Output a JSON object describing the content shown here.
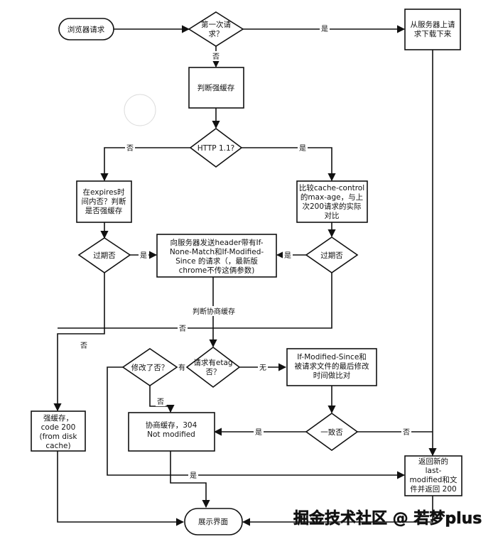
{
  "nodes": {
    "start": "浏览器请求",
    "first_request": "第一次请\n求？",
    "download": "从服务器上请\n求下载下来",
    "check_strong": "判断强缓存",
    "http11": "HTTP 1.1?",
    "expires": "在expires时\n间内否？判断\n是否强缓存",
    "cache_control": "比较cache-control\n的max-age，与上\n次200请求的实际\n对比",
    "expired_left": "过期否",
    "send_header": "向服务器发送header带有If-\nNone-Match和If-Modified-\nSince 的请求（，最新版\nchrome不传这俩参数)",
    "expired_right": "过期否",
    "modified": "修改了否？",
    "has_etag": "请求有etag\n否？",
    "if_modified": "If-Modified-Since和\n被请求文件的最后修改\n时间做比对",
    "strong_cache": "强缓存，\ncode 200\n(from disk\ncache)",
    "negotiate": "协商缓存，304\nNot modified",
    "consistent": "一致否",
    "return_new": "返回新的\nlast-\nmodified和文\n件并返回 200",
    "display": "展示界面"
  },
  "edge_labels": {
    "yes_top": "是",
    "no_first": "否",
    "no_http": "否",
    "yes_http": "是",
    "yes_left": "是",
    "yes_right": "是",
    "negotiate_label": "判断协商缓存",
    "no_mid": "否",
    "no_left": "否",
    "has_label": "有",
    "none_label": "无",
    "no_modified": "否",
    "yes_consistent": "是",
    "no_consistent": "否",
    "yes_bottom": "是"
  },
  "watermark": "掘金技术社区 @ 若梦plus"
}
